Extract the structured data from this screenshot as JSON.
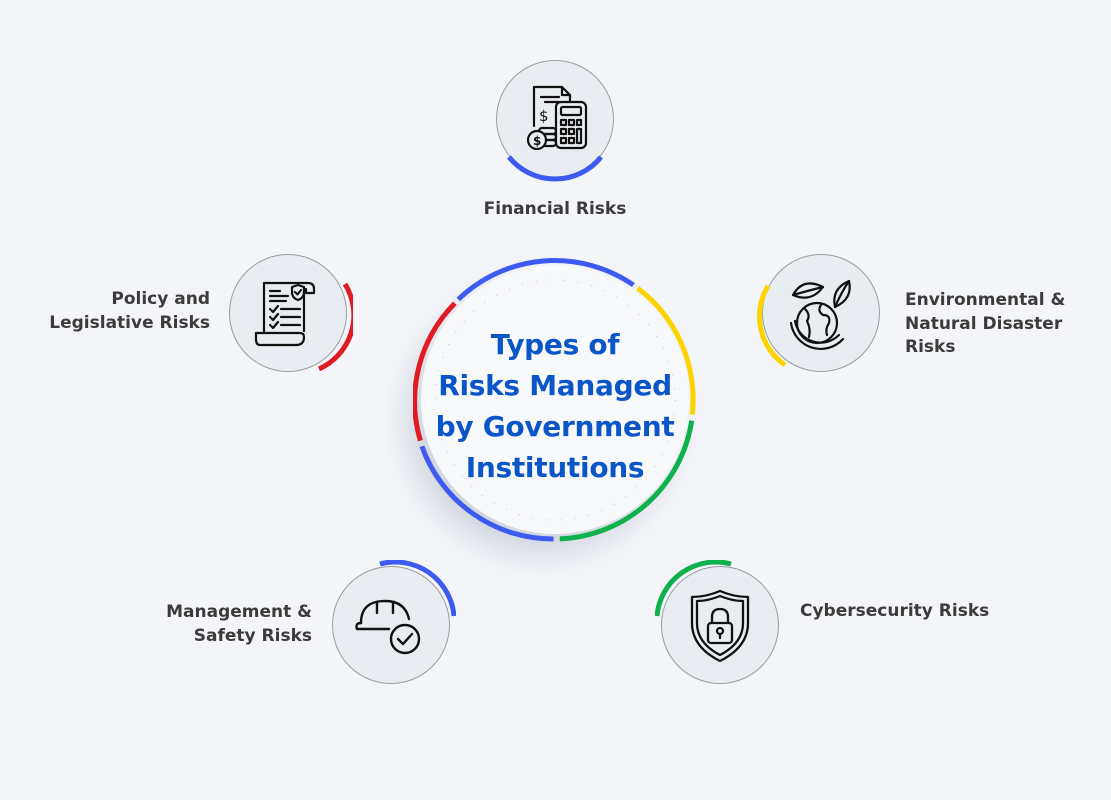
{
  "title": "Types of Risks Managed by Government Institutions",
  "title_lines": [
    "Types of",
    "Risks Managed",
    "by Government",
    "Institutions"
  ],
  "colors": {
    "background": "#f3f5f9",
    "title": "#0a55c8",
    "blue": "#3d5af1",
    "red": "#e01b24",
    "yellow": "#fdd400",
    "green": "#0eb14d",
    "label_text": "#3b3b3b"
  },
  "risks": [
    {
      "id": "financial",
      "label_lines": [
        "Financial Risks"
      ],
      "icon": "calculator-coins-document-icon",
      "accent": "blue"
    },
    {
      "id": "policy",
      "label_lines": [
        "Policy and",
        "Legislative Risks"
      ],
      "icon": "legal-scroll-checklist-shield-icon",
      "accent": "red"
    },
    {
      "id": "environmental",
      "label_lines": [
        "Environmental &",
        "Natural Disaster",
        "Risks"
      ],
      "icon": "globe-leaves-icon",
      "accent": "yellow"
    },
    {
      "id": "management",
      "label_lines": [
        "Management &",
        "Safety Risks"
      ],
      "icon": "hard-hat-check-icon",
      "accent": "blue"
    },
    {
      "id": "cyber",
      "label_lines": [
        "Cybersecurity Risks"
      ],
      "icon": "shield-padlock-icon",
      "accent": "green"
    }
  ]
}
